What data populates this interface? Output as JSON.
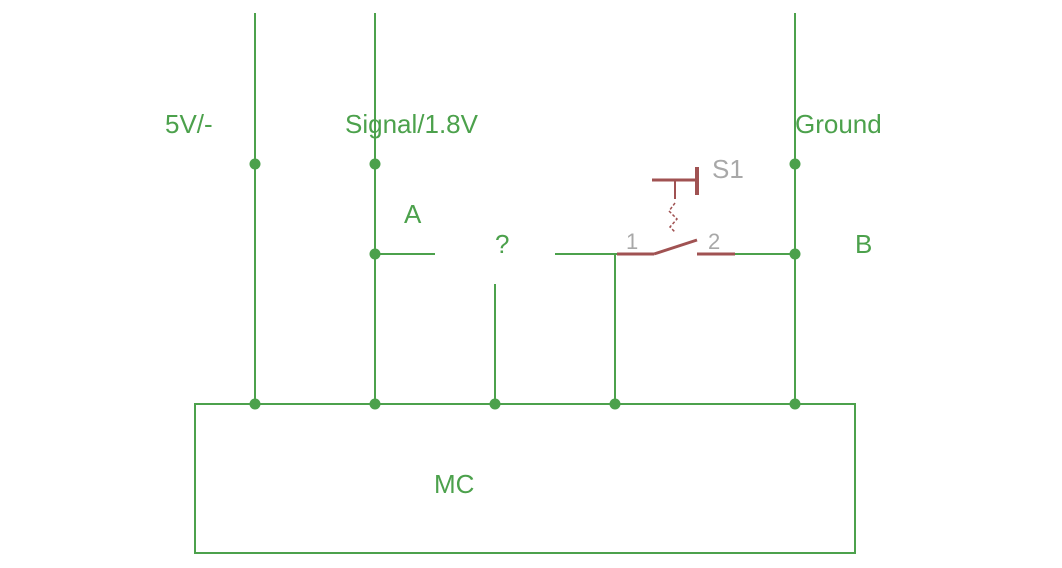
{
  "colors": {
    "wire": "#4ca14c",
    "component": "#a05252",
    "part_label": "#a8a8a8",
    "background": "#ffffff"
  },
  "labels": {
    "net_5v": "5V/-",
    "net_signal": "Signal/1.8V",
    "net_ground": "Ground",
    "node_a": "A",
    "node_b": "B",
    "unknown": "?",
    "mcu": "MC"
  },
  "switch": {
    "ref": "S1",
    "pin1": "1",
    "pin2": "2"
  }
}
